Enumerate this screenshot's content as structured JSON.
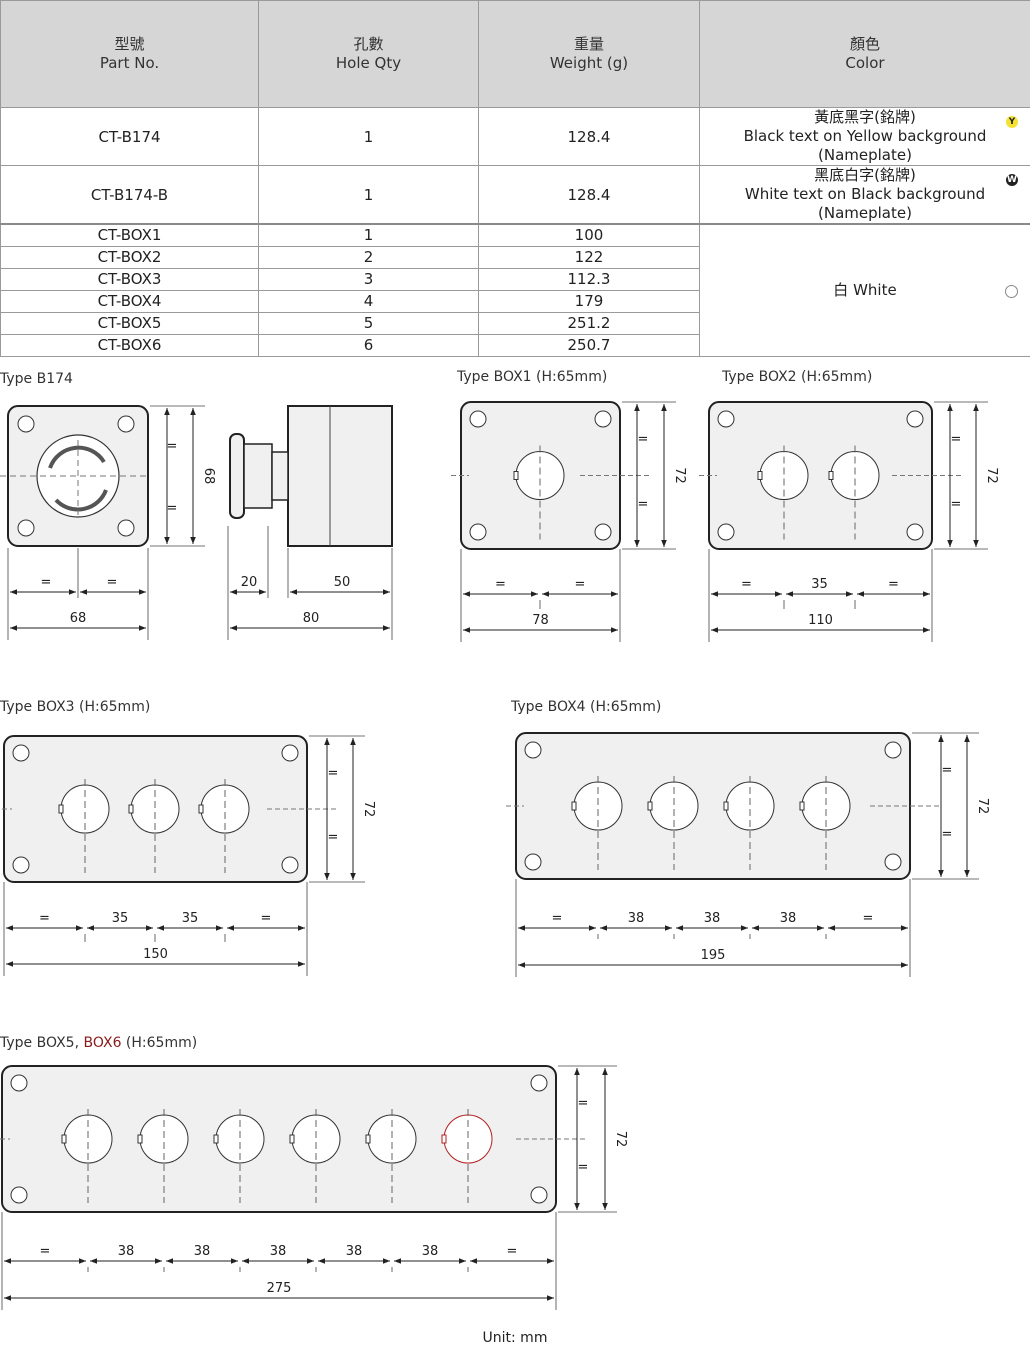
{
  "table": {
    "headers": [
      {
        "zh": "型號",
        "en": "Part No."
      },
      {
        "zh": "孔數",
        "en": "Hole Qty"
      },
      {
        "zh": "重量",
        "en": "Weight (g)"
      },
      {
        "zh": "顏色",
        "en": "Color"
      }
    ],
    "nameplate_rows": [
      {
        "part": "CT-B174",
        "holes": "1",
        "weight": "128.4",
        "color_zh": "黃底黑字(銘牌)",
        "color_en": "Black text on Yellow background (Nameplate)",
        "badge": "Y",
        "badge_color": "#f3e233"
      },
      {
        "part": "CT-B174-B",
        "holes": "1",
        "weight": "128.4",
        "color_zh": "黑底白字(銘牌)",
        "color_en": "White text on Black background (Nameplate)",
        "badge": "W",
        "badge_color": "#222222"
      }
    ],
    "box_rows": [
      {
        "part": "CT-BOX1",
        "holes": "1",
        "weight": "100"
      },
      {
        "part": "CT-BOX2",
        "holes": "2",
        "weight": "122"
      },
      {
        "part": "CT-BOX3",
        "holes": "3",
        "weight": "112.3"
      },
      {
        "part": "CT-BOX4",
        "holes": "4",
        "weight": "179"
      },
      {
        "part": "CT-BOX5",
        "holes": "5",
        "weight": "251.2"
      },
      {
        "part": "CT-BOX6",
        "holes": "6",
        "weight": "250.7"
      }
    ],
    "box_color": "白 White"
  },
  "drawings": {
    "b174": {
      "title": "Type B174",
      "height_dim": "68",
      "eq": "=",
      "width_dim": "68",
      "side_dim_a": "20",
      "side_dim_b": "50",
      "side_total": "80"
    },
    "box1": {
      "title": "Type BOX1 (H:65mm)",
      "height_dim": "72",
      "eq": "=",
      "width_dim": "78"
    },
    "box2": {
      "title": "Type BOX2 (H:65mm)",
      "height_dim": "72",
      "eq": "=",
      "pitch": "35",
      "width_dim": "110"
    },
    "box3": {
      "title": "Type BOX3 (H:65mm)",
      "height_dim": "72",
      "eq": "=",
      "pitch": "35",
      "width_dim": "150"
    },
    "box4": {
      "title": "Type BOX4 (H:65mm)",
      "height_dim": "72",
      "eq": "=",
      "pitch": "38",
      "width_dim": "195"
    },
    "box56": {
      "title_prefix": "Type BOX5, ",
      "title_highlight": "BOX6",
      "title_suffix": " (H:65mm)",
      "highlight_color": "#8b1a1a",
      "height_dim": "72",
      "eq": "=",
      "pitch": "38",
      "width_dim": "275"
    }
  },
  "unit_note": "Unit: mm",
  "colors": {
    "outline": "#222222",
    "fill": "#f0f0f0",
    "accent_red": "#b02020"
  }
}
